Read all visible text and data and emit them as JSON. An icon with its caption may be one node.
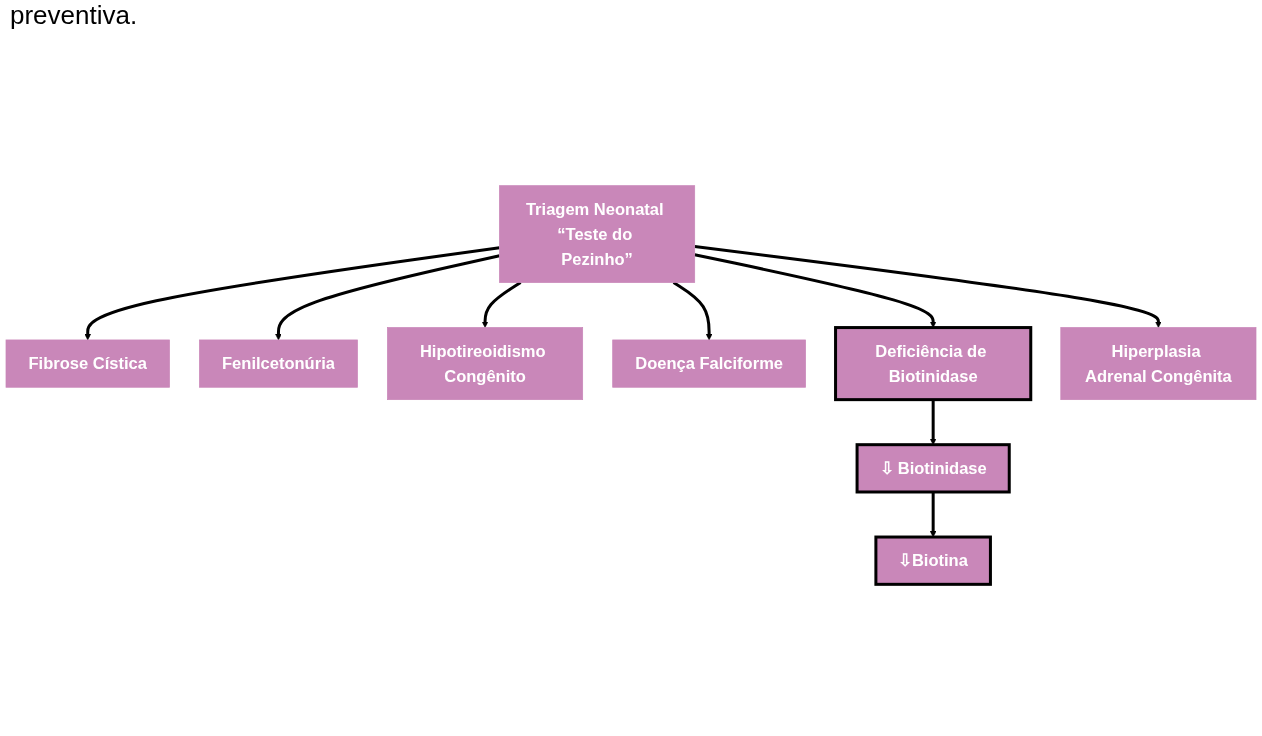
{
  "diagram": {
    "nodes": [
      {
        "text": [
          "Fibrose Cística"
        ]
      },
      {
        "text": [
          "Fenilcetonúria"
        ]
      },
      {
        "text": [
          "Hipotireoidismo Congênito"
        ]
      },
      {
        "text": [
          "Triagem Neonatal “Teste do Pezinho”"
        ]
      },
      {
        "text": [
          "Doença Falciforme"
        ]
      },
      {
        "text": [
          "Deficiência de Biotinidase"
        ]
      },
      {
        "text": [
          "Hiperplasia Adrenal Congênita"
        ]
      },
      {
        "text": [
          "⇩ Biotinidase"
        ]
      },
      {
        "text": [
          "⇩Biotina"
        ]
      }
    ],
    "edges": [
      {
        "from": 3,
        "to": 0,
        "arrow": "to"
      },
      {
        "from": 3,
        "to": 1,
        "arrow": "to"
      },
      {
        "from": 3,
        "to": 2,
        "arrow": "to"
      },
      {
        "from": 3,
        "to": 4,
        "arrow": "to"
      },
      {
        "from": 3,
        "to": 5,
        "arrow": "to"
      },
      {
        "from": 3,
        "to": 6,
        "arrow": "to"
      },
      {
        "from": 5,
        "to": 7,
        "arrow": "to"
      },
      {
        "from": 7,
        "to": 8,
        "arrow": "to"
      }
    ],
    "labels": [
      "preventiva."
    ]
  }
}
